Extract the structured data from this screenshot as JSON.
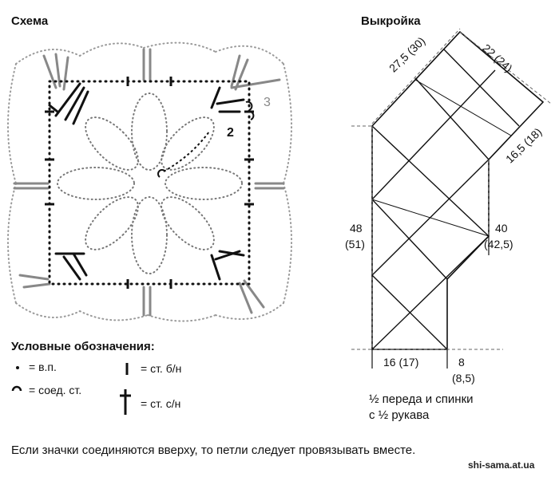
{
  "scheme": {
    "title": "Схема",
    "row_labels": [
      "2",
      "3"
    ]
  },
  "pattern": {
    "title": "Выкройка",
    "dims": {
      "top_left": "27,5 (30)",
      "top_right": "22 (24)",
      "right_upper": "16,5 (18)",
      "left_value": "48",
      "left_alt": "(51)",
      "right_value": "40",
      "right_alt": "(42,5)",
      "bottom_left": "16 (17)",
      "bottom_right_value": "8",
      "bottom_right_alt": "(8,5)"
    },
    "caption_line1": "½ переда и спинки",
    "caption_line2": "с ½ рукава"
  },
  "legend": {
    "title": "Условные обозначения:",
    "items": [
      {
        "icon": "dot-icon",
        "text": "= в.п."
      },
      {
        "icon": "arc-icon",
        "text": "= соед. ст."
      },
      {
        "icon": "short-bar-icon",
        "text": "= ст. б/н"
      },
      {
        "icon": "cross-bar-icon",
        "text": "= ст. с/н"
      }
    ]
  },
  "note": "Если значки соединяются вверху, то петли следует провязывать вместе.",
  "site": "shi-sama.at.ua"
}
